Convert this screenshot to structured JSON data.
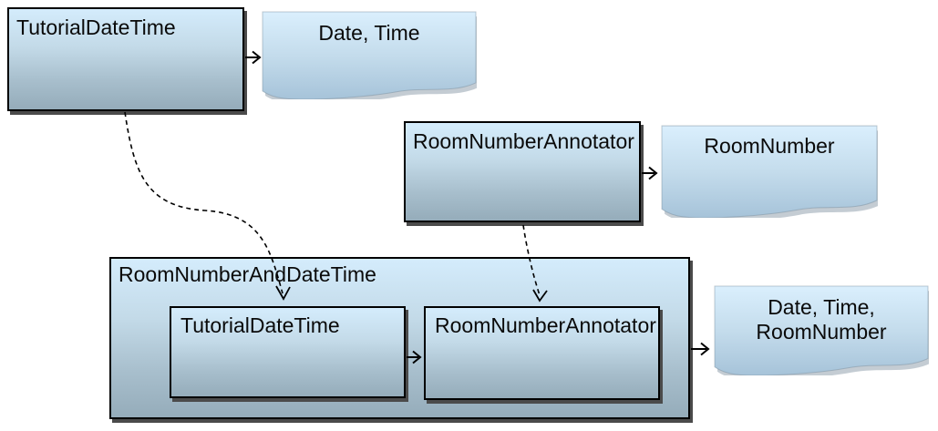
{
  "diagram": {
    "description": "Annotator pipeline diagram: two primitive annotators feeding an aggregate analysis engine",
    "boxes": {
      "tutorial_top": "TutorialDateTime",
      "roomnumber_top": "RoomNumberAnnotator",
      "aggregate": "RoomNumberAndDateTime",
      "tutorial_inner": "TutorialDateTime",
      "roomnumber_inner": "RoomNumberAnnotator"
    },
    "documents": {
      "datetime": "Date, Time",
      "roomnumber": "RoomNumber",
      "output_line1": "Date, Time,",
      "output_line2": "RoomNumber"
    },
    "edges": [
      {
        "from": "TutorialDateTime",
        "to": "Date, Time",
        "style": "solid-arrow"
      },
      {
        "from": "RoomNumberAnnotator",
        "to": "RoomNumber",
        "style": "solid-arrow"
      },
      {
        "from": "TutorialDateTime",
        "to": "RoomNumberAndDateTime.TutorialDateTime",
        "style": "dashed-arrow"
      },
      {
        "from": "RoomNumberAnnotator",
        "to": "RoomNumberAndDateTime.RoomNumberAnnotator",
        "style": "dashed-arrow"
      },
      {
        "from": "RoomNumberAndDateTime.TutorialDateTime",
        "to": "RoomNumberAndDateTime.RoomNumberAnnotator",
        "style": "solid-arrow"
      },
      {
        "from": "RoomNumberAndDateTime",
        "to": "Date, Time, RoomNumber",
        "style": "solid-arrow"
      }
    ],
    "colors": {
      "box_gradient_top": "#d4ecfc",
      "box_gradient_bottom": "#95acba",
      "document_gradient_top": "#daeffd",
      "document_gradient_bottom": "#a6c3d9",
      "border": "#000000",
      "shadow": "#4b4b4b",
      "background": "#ffffff",
      "text": "#0a0a0a"
    }
  }
}
